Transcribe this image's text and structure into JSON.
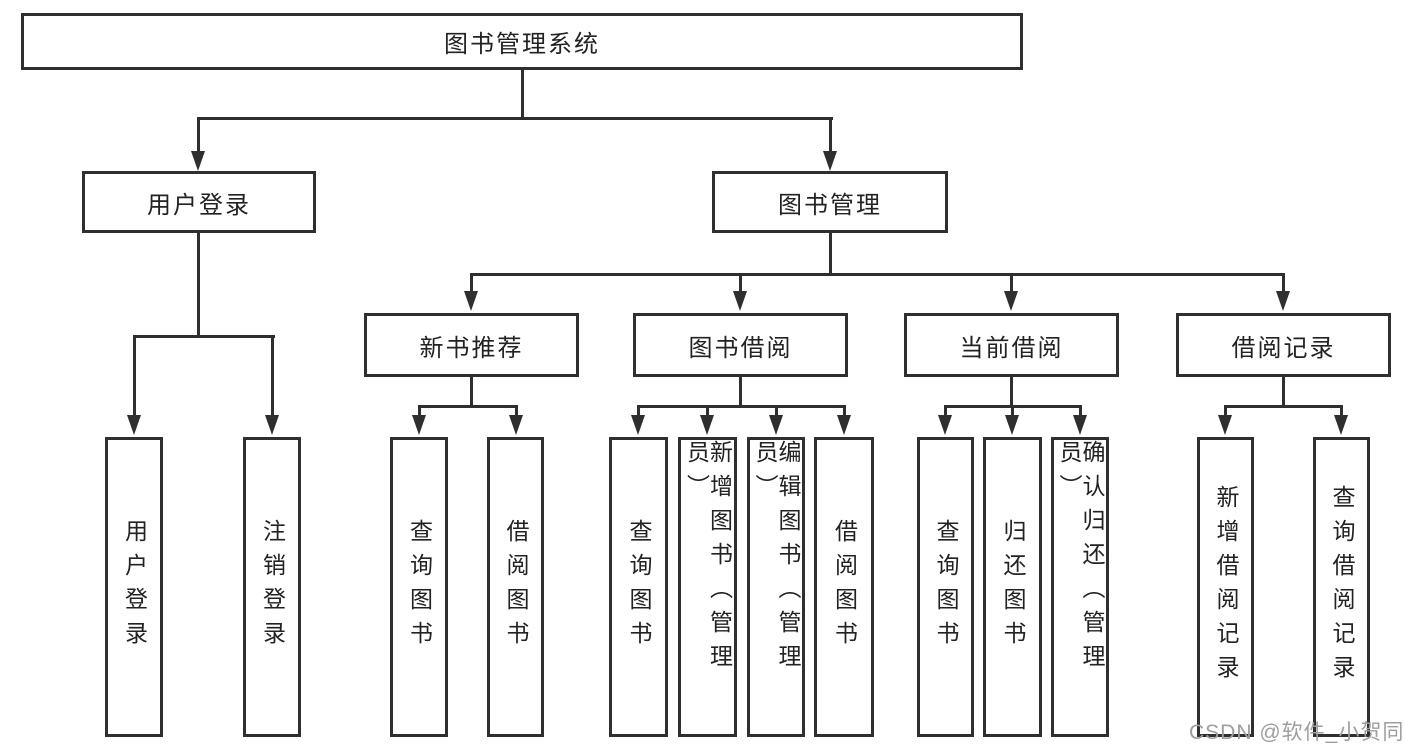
{
  "diagram": {
    "root": {
      "label": "图书管理系统"
    },
    "user_login": {
      "label": "用户登录",
      "children": [
        {
          "label": "用户登录"
        },
        {
          "label": "注销登录"
        }
      ]
    },
    "book_mgmt": {
      "label": "图书管理",
      "groups": [
        {
          "label": "新书推荐",
          "children": [
            {
              "label": "查询图书"
            },
            {
              "label": "借阅图书"
            }
          ]
        },
        {
          "label": "图书借阅",
          "children": [
            {
              "label": "查询图书"
            },
            {
              "label": "新增图书（管理员）"
            },
            {
              "label": "编辑图书（管理员）"
            },
            {
              "label": "借阅图书"
            }
          ]
        },
        {
          "label": "当前借阅",
          "children": [
            {
              "label": "查询图书"
            },
            {
              "label": "归还图书"
            },
            {
              "label": "确认归还（管理员）"
            }
          ]
        },
        {
          "label": "借阅记录",
          "children": [
            {
              "label": "新增借阅记录"
            },
            {
              "label": "查询借阅记录"
            }
          ]
        }
      ]
    }
  },
  "watermark": {
    "text": "CSDN @软件_小贺同学"
  },
  "colors": {
    "line": "#2f2f2f",
    "text": "#222222",
    "watermark": "#9e9e9e",
    "background": "#ffffff"
  }
}
